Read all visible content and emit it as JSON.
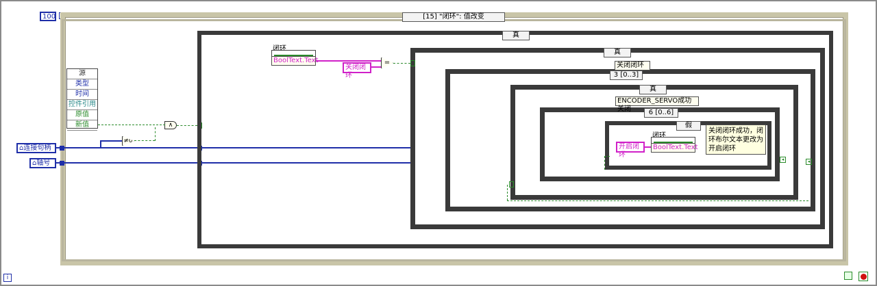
{
  "loop": {
    "count_label": "100",
    "iteration_label": "i"
  },
  "event": {
    "selector": "[15] \"闭环\": 值改变"
  },
  "event_data": {
    "fields": [
      "源",
      "类型",
      "时间",
      "控件引用",
      "原值",
      "新值"
    ]
  },
  "inputs": {
    "connection_handle": "连接句柄",
    "axis_number": "轴号"
  },
  "case_outer": {
    "selector": "真"
  },
  "case_inner": {
    "selector": "真"
  },
  "case_third": {
    "selector": "真"
  },
  "case_fourth": {
    "selector": "假"
  },
  "sequence_outer": {
    "label": "关闭闭环",
    "selector": "3 [0..3]"
  },
  "sequence_inner": {
    "label": "ENCODER_SERVO成功关闭",
    "selector": "6 [0..6]"
  },
  "property_node_1": {
    "title": "闭环",
    "property": "BoolText.Text"
  },
  "property_node_2": {
    "title": "闭环",
    "property": "BoolText.Text"
  },
  "constants": {
    "close_loop": "关闭闭环",
    "open_loop": "开启闭环"
  },
  "comment": {
    "text": "关闭闭环成功，闭环布尔文本更改为开启闭环"
  },
  "colors": {
    "int_wire": "#1e2ea8",
    "string_wire": "#d020c8",
    "bool_wire": "#2a8a2a",
    "frame_border": "#3a3a3a",
    "loop_border": "#c9c5a8"
  }
}
